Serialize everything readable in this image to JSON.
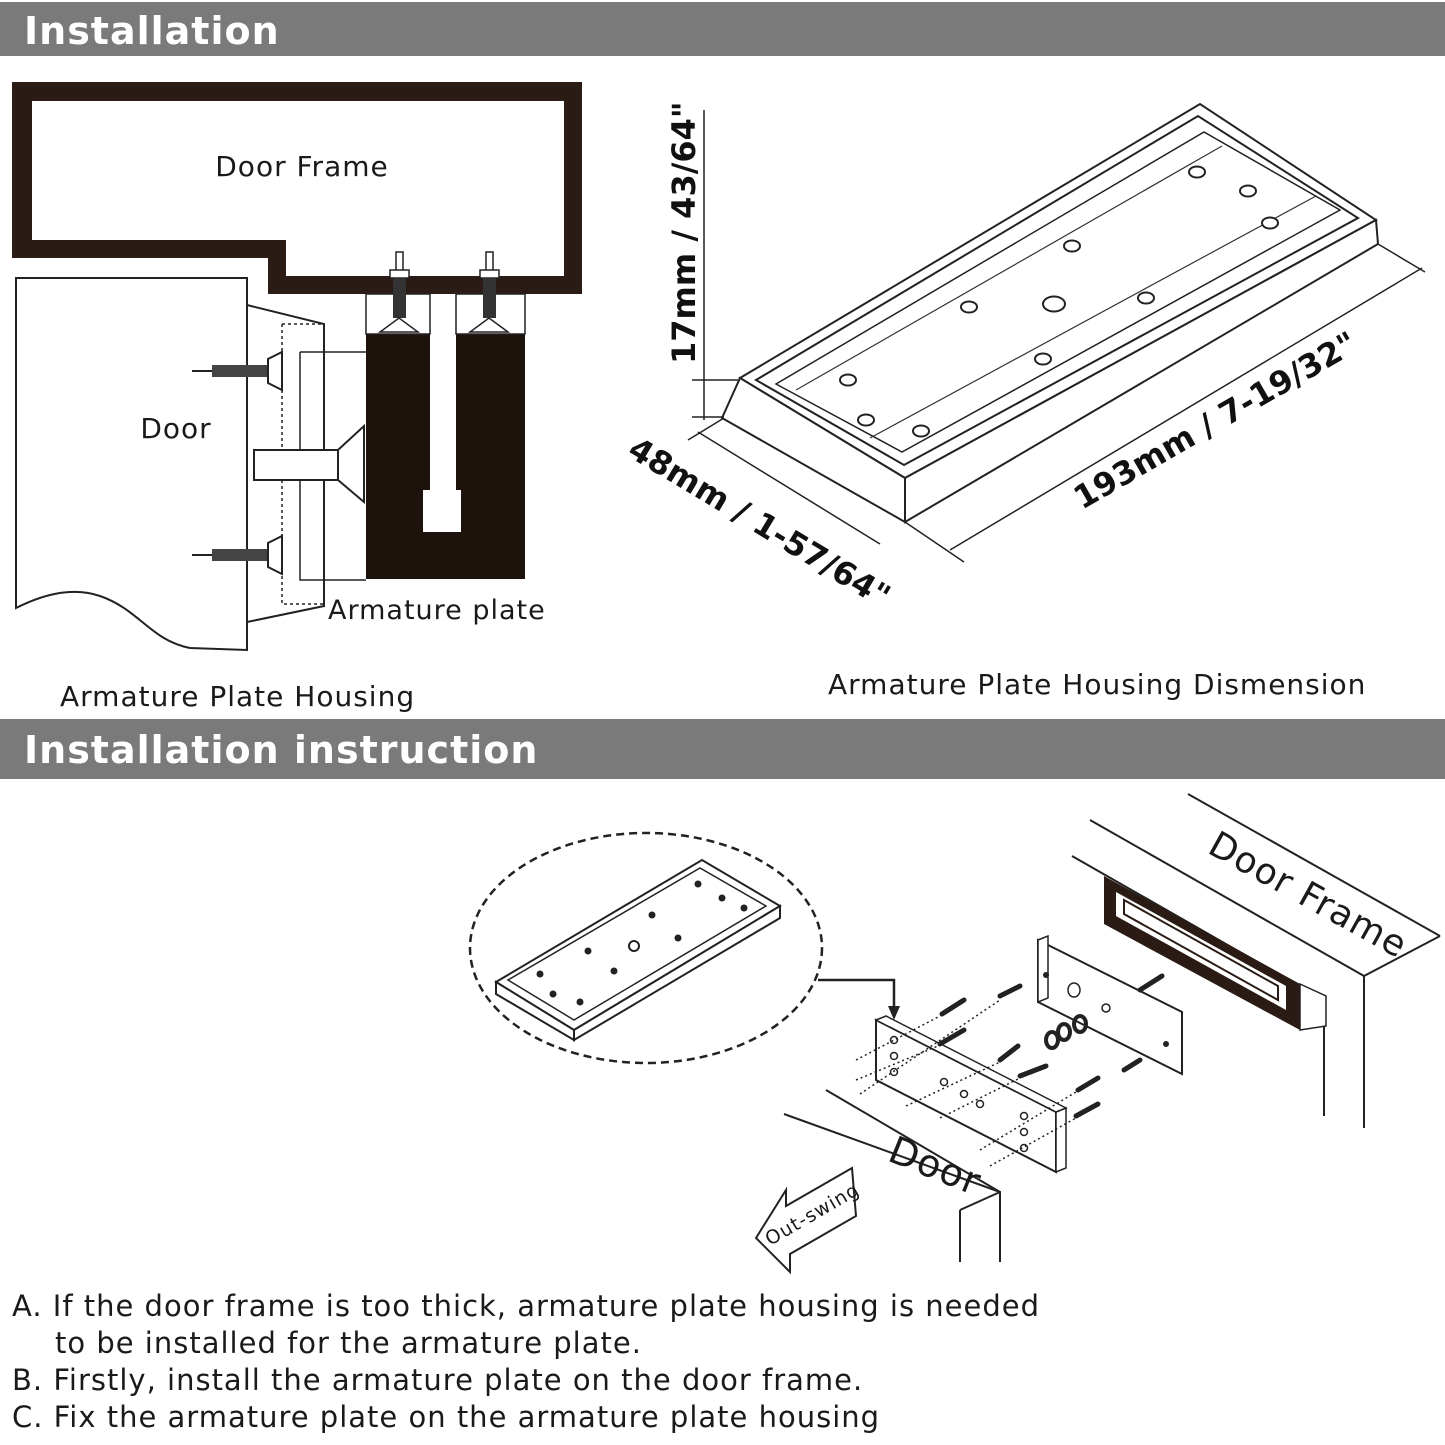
{
  "sections": {
    "installation": "Installation",
    "instruction": "Installation instruction"
  },
  "left_diagram": {
    "door_frame": "Door Frame",
    "door": "Door",
    "armature_plate": "Armature plate",
    "caption": "Armature Plate Housing"
  },
  "right_diagram": {
    "height": "17mm / 43/64\"",
    "width": "48mm / 1-57/64\"",
    "length": "193mm / 7-19/32\"",
    "caption": "Armature Plate Housing Dismension"
  },
  "instruction_diagram": {
    "door_frame": "Door Frame",
    "door": "Door",
    "arrow": "Out-swing"
  },
  "steps": {
    "a_line1": "A. If the door frame is too thick, armature plate housing is needed",
    "a_line2": "to be installed for the armature plate.",
    "b": "B. Firstly, install the armature plate on the door frame.",
    "c": "C. Fix the armature plate on the armature plate housing"
  }
}
